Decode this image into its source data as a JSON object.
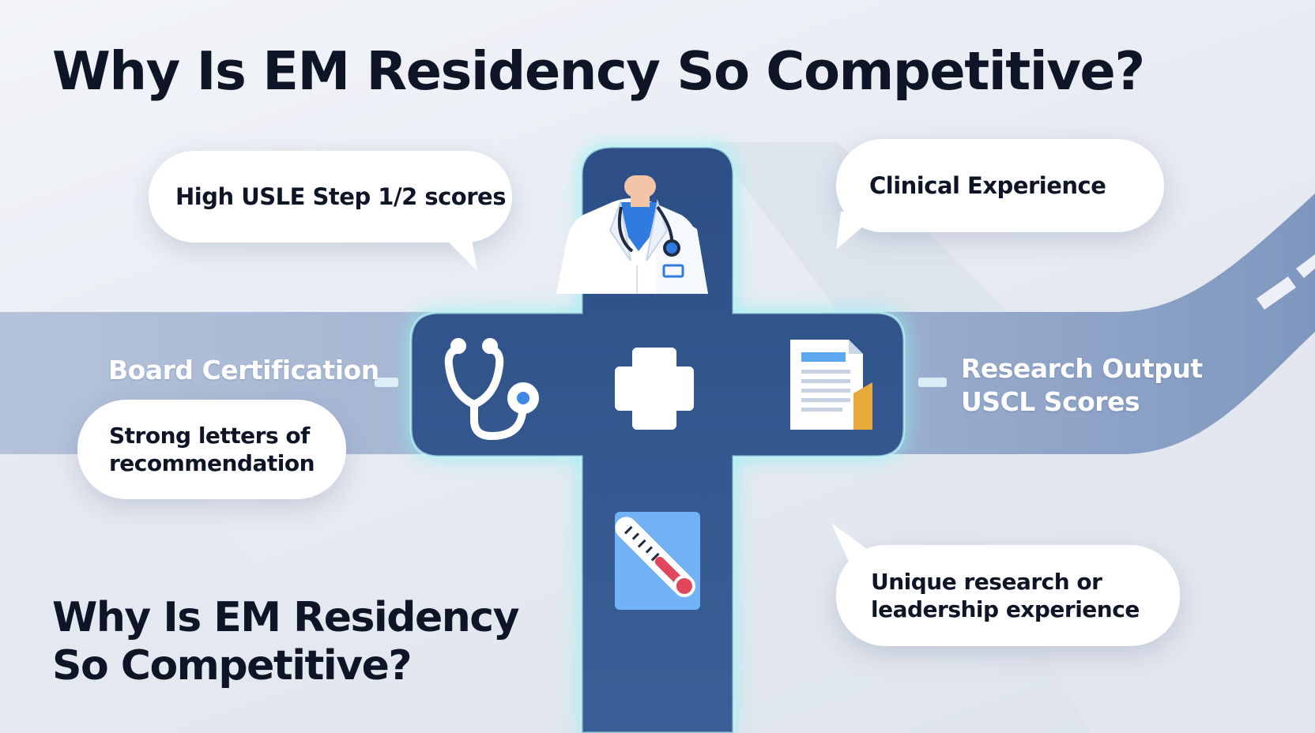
{
  "title": "Why Is EM Residency So Competitive?",
  "title_bottom": "Why Is EM Residency So Competitive?",
  "bubbles": {
    "top_left": "High USLE Step 1/2 scores",
    "top_right": "Clinical Experience",
    "mid_left": "Strong letters of recommendation",
    "bottom_right": "Unique research or leadership experience"
  },
  "floating_labels": {
    "left": "Board Certification",
    "right_line1": "Research Output",
    "right_line2": "USCL Scores"
  },
  "icons": [
    "doctor-icon",
    "stethoscope-icon",
    "medical-cross-icon",
    "document-icon",
    "thermometer-icon"
  ],
  "colors": {
    "cross": "#2c4f84",
    "glow": "#8ff0f2",
    "road": "#a9b8d2",
    "title": "#0d1526"
  }
}
